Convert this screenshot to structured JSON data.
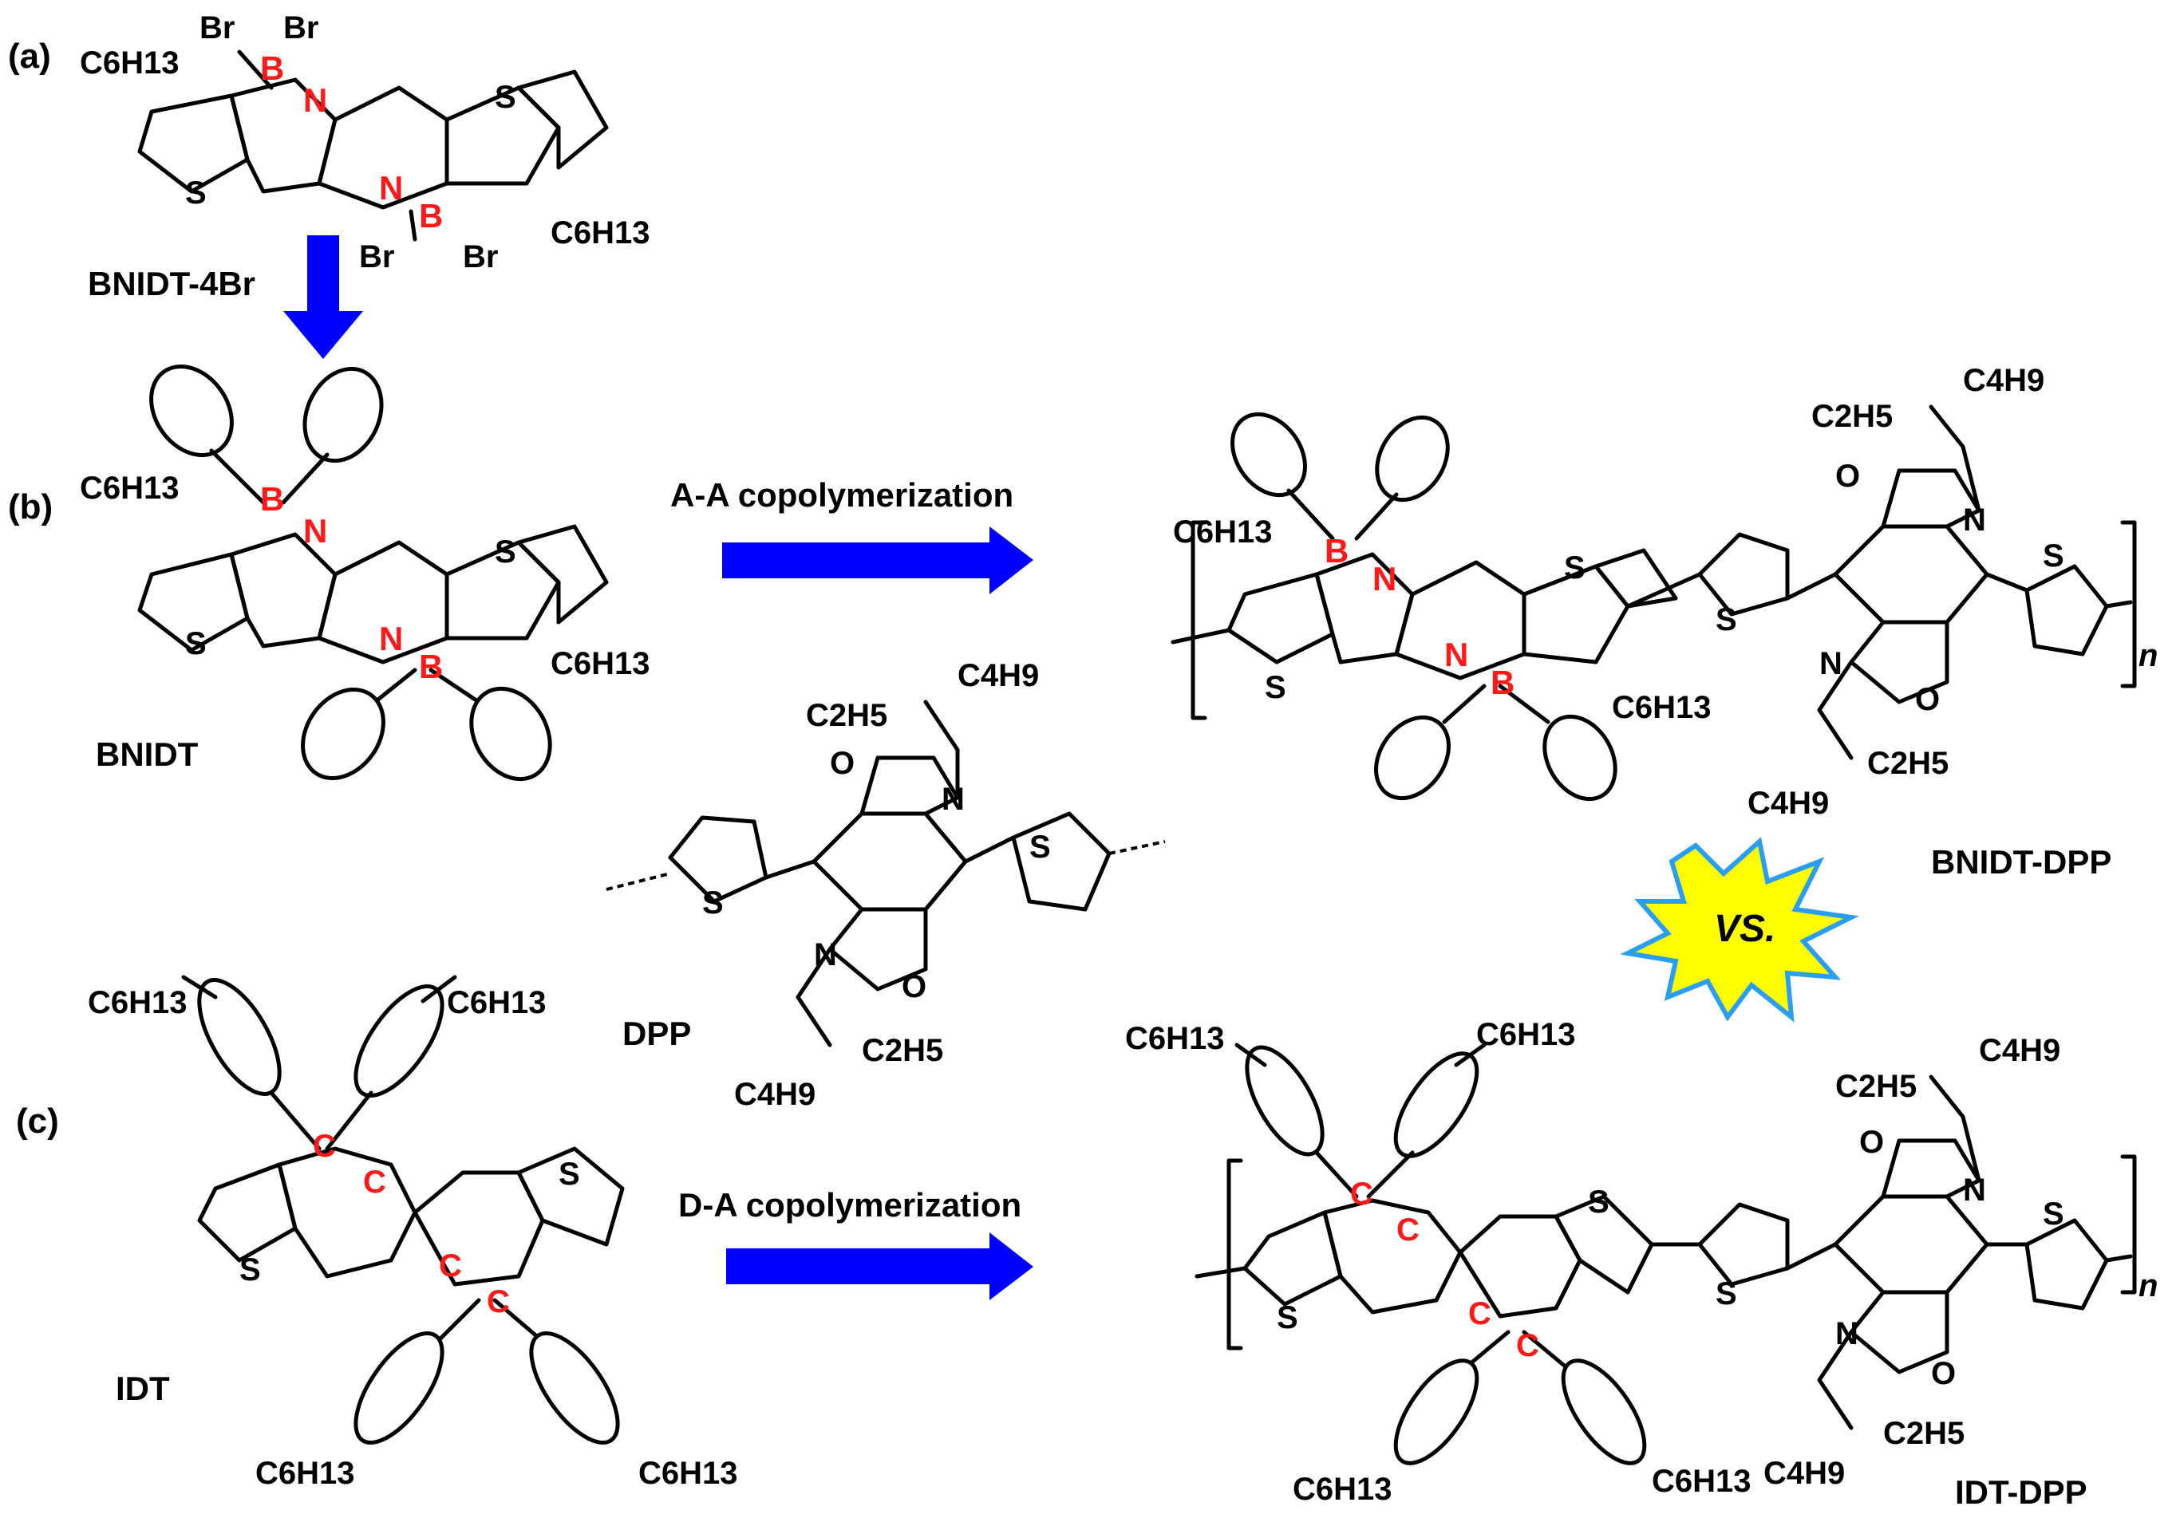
{
  "panels": {
    "a": "(a)",
    "b": "(b)",
    "c": "(c)"
  },
  "compounds": {
    "bnidt_4br": "BNIDT-4Br",
    "bnidt": "BNIDT",
    "dpp": "DPP",
    "idt": "IDT",
    "bnidt_dpp": "BNIDT-DPP",
    "idt_dpp": "IDT-DPP"
  },
  "reactions": {
    "aa": "A-A copolymerization",
    "da": "D-A copolymerization"
  },
  "versus": "VS.",
  "repeat_unit": "n",
  "atoms": {
    "boron": "B",
    "nitrogen": "N",
    "sulfur": "S",
    "bromine": "Br",
    "carbon": "C",
    "oxygen": "O"
  },
  "substituents": {
    "hexyl": "C6H13",
    "ethyl": "C2H5",
    "butyl": "C4H9"
  },
  "colors": {
    "heteroatom_highlight": "#ff1a1a",
    "arrow": "#0000ff",
    "burst_fill": "#ffff00",
    "burst_outline": "#2a9df4",
    "text": "#000000"
  }
}
